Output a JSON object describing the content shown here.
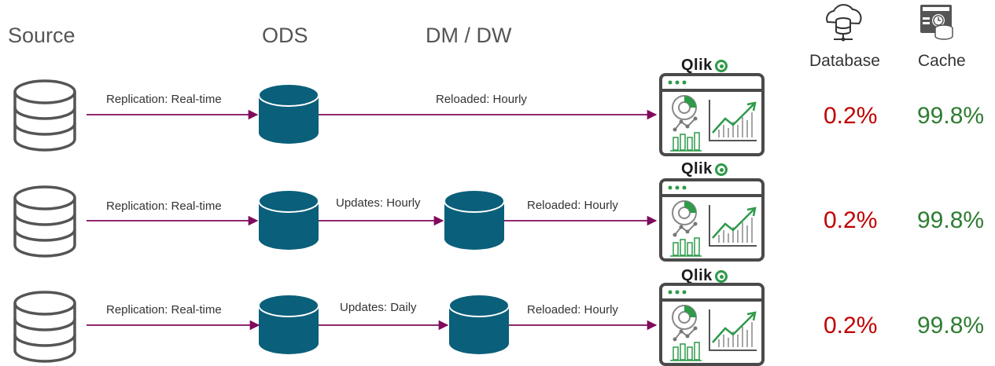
{
  "headers": {
    "source": "Source",
    "ods": "ODS",
    "dmdw": "DM / DW",
    "database": "Database",
    "cache": "Cache"
  },
  "icons": {
    "database_header": "cloud-database-icon",
    "cache_header": "cache-server-icon",
    "source": "database-outline-icon",
    "store": "database-cylinder-icon",
    "dashboard": "qlik-dashboard-icon"
  },
  "brand": {
    "qlik": "Qlik"
  },
  "colors": {
    "arrow": "#800a5c",
    "cylinder": "#0a5f7a",
    "database_pct": "#c00000",
    "cache_pct": "#2e7d32",
    "accent_green": "#2e9a4a"
  },
  "rows": [
    {
      "replication": "Replication: Real-time",
      "updates": "",
      "reloaded": "Reloaded: Hourly",
      "database_pct": "0.2%",
      "cache_pct": "99.8%"
    },
    {
      "replication": "Replication: Real-time",
      "updates": "Updates: Hourly",
      "reloaded": "Reloaded: Hourly",
      "database_pct": "0.2%",
      "cache_pct": "99.8%"
    },
    {
      "replication": "Replication: Real-time",
      "updates": "Updates: Daily",
      "reloaded": "Reloaded: Hourly",
      "database_pct": "0.2%",
      "cache_pct": "99.8%"
    }
  ]
}
